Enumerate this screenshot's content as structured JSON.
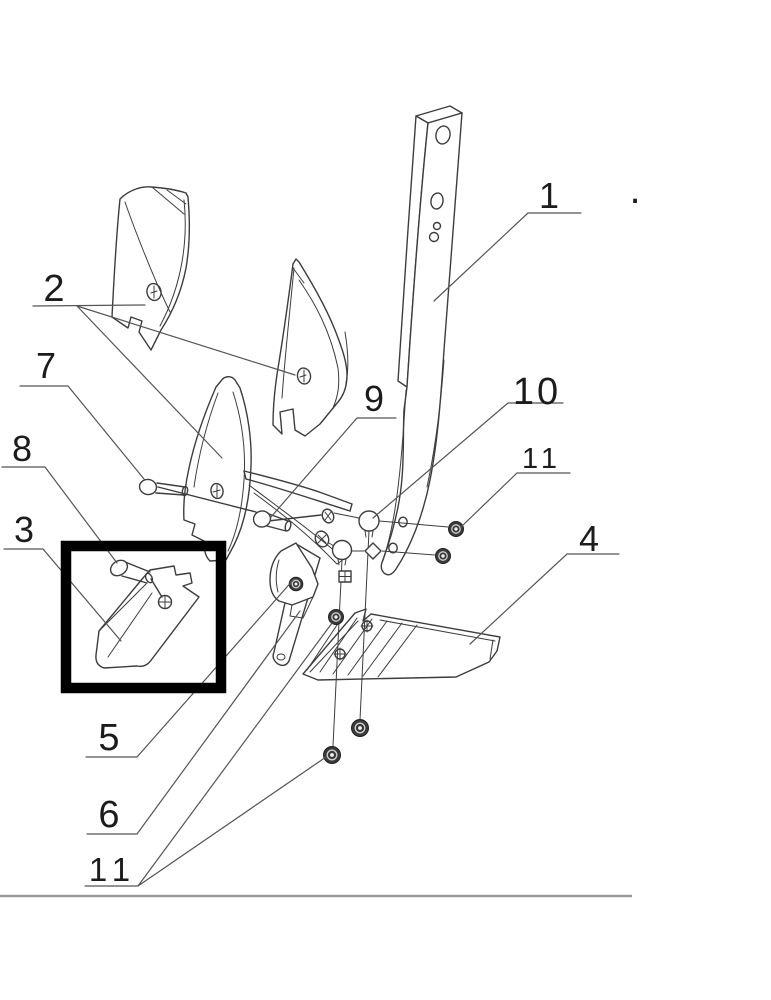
{
  "diagram": {
    "description": "Exploded line-art parts diagram of a plow point assembly",
    "background_color": "#ffffff",
    "line_color": "#3d3d3d",
    "leader_color": "#555555",
    "label_color": "#1c1c1c",
    "highlight_box_color": "#000000",
    "bottom_rule_color": "#999999",
    "callouts": {
      "c1": "1",
      "c2": "2",
      "c3": "3",
      "c4": "4",
      "c5": "5",
      "c6": "6",
      "c7": "7",
      "c8": "8",
      "c9": "9",
      "c10": "10",
      "c11_right": "11",
      "c11_bottom": "11",
      "stray_dot": "."
    }
  }
}
